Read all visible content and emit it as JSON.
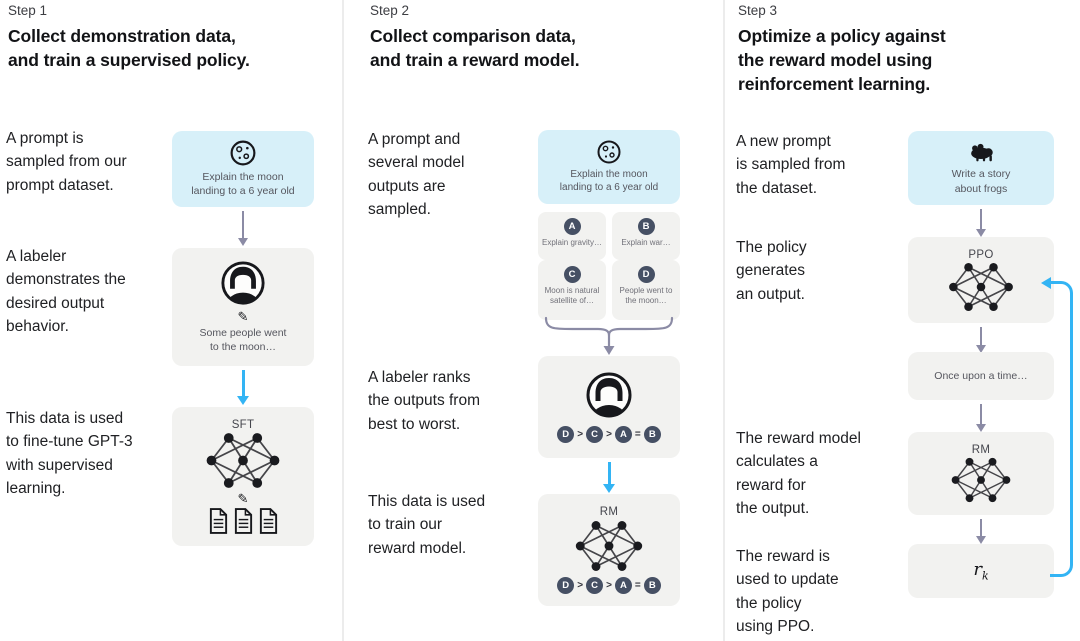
{
  "colors": {
    "prompt_box_blue": "#d7f0f9",
    "gray_box": "#f2f2f0",
    "arrow_gray": "#8b8ba5",
    "arrow_blue": "#33b4f4",
    "badge_dark": "#465064"
  },
  "icons": {
    "pencil": "✎"
  },
  "steps": [
    {
      "label": "Step 1",
      "title": "Collect demonstration data,\nand train a supervised policy.",
      "annotations": [
        "A prompt is\nsampled from our\nprompt dataset.",
        "A labeler\ndemonstrates the\ndesired output\nbehavior.",
        "This data is used\nto fine-tune GPT-3\nwith supervised\nlearning."
      ],
      "prompt_caption": "Explain the moon\nlanding to a 6 year old",
      "labeler_caption": "Some people went\nto the moon…",
      "model_label": "SFT"
    },
    {
      "label": "Step 2",
      "title": "Collect comparison data,\nand train a reward model.",
      "annotations": [
        "A prompt and\nseveral model\noutputs are\nsampled.",
        "A labeler ranks\nthe outputs from\nbest to worst.",
        "This data is used\nto train our\nreward model."
      ],
      "prompt_caption": "Explain the moon\nlanding to a 6 year old",
      "outputs": [
        {
          "letter": "A",
          "caption": "Explain gravity…"
        },
        {
          "letter": "B",
          "caption": "Explain war…"
        },
        {
          "letter": "C",
          "caption": "Moon is natural\nsatellite of…"
        },
        {
          "letter": "D",
          "caption": "People went to\nthe moon…"
        }
      ],
      "ranking": [
        "D",
        ">",
        "C",
        ">",
        "A",
        "=",
        "B"
      ],
      "model_label": "RM"
    },
    {
      "label": "Step 3",
      "title": "Optimize a policy against\nthe reward model using\nreinforcement learning.",
      "annotations": [
        "A new prompt\nis sampled from\nthe dataset.",
        "The policy\ngenerates\nan output.",
        "The reward model\ncalculates a\nreward for\nthe output.",
        "The reward is\nused to update\nthe policy\nusing PPO."
      ],
      "prompt_caption": "Write a story\nabout frogs",
      "policy_label": "PPO",
      "output_caption": "Once upon a time…",
      "model_label": "RM",
      "reward_symbol": "r",
      "reward_subscript": "k"
    }
  ]
}
